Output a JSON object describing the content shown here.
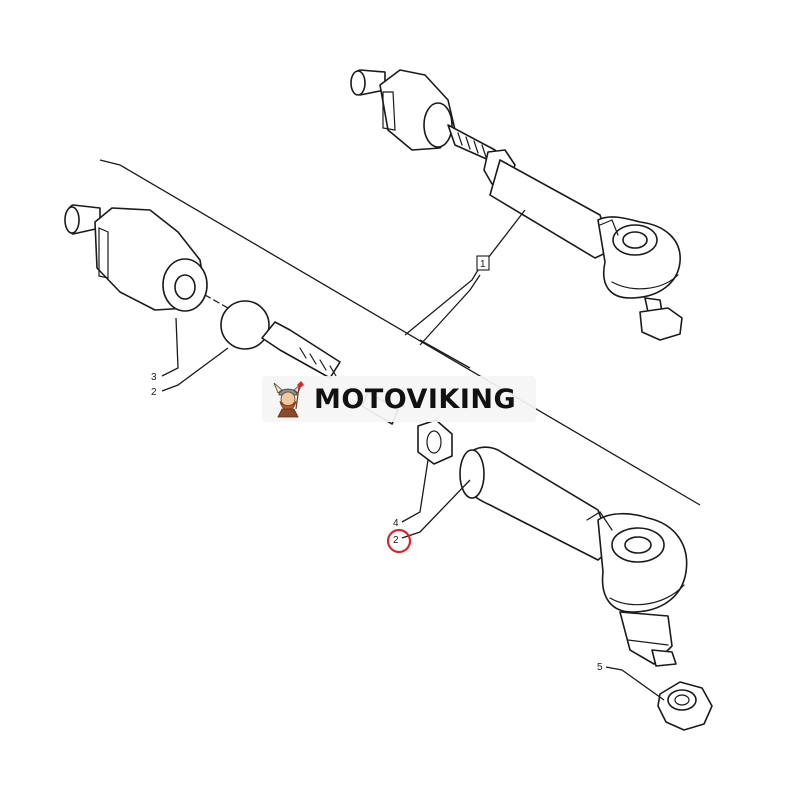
{
  "diagram": {
    "callouts": {
      "c1": "1",
      "c2_upper": "2",
      "c3": "3",
      "c4": "4",
      "c2_lower": "2",
      "c5": "5"
    },
    "highlight_color": "#d9262c"
  },
  "watermark": {
    "brand": "MOTOVIKING",
    "logo_icon": "viking-mascot-icon"
  }
}
